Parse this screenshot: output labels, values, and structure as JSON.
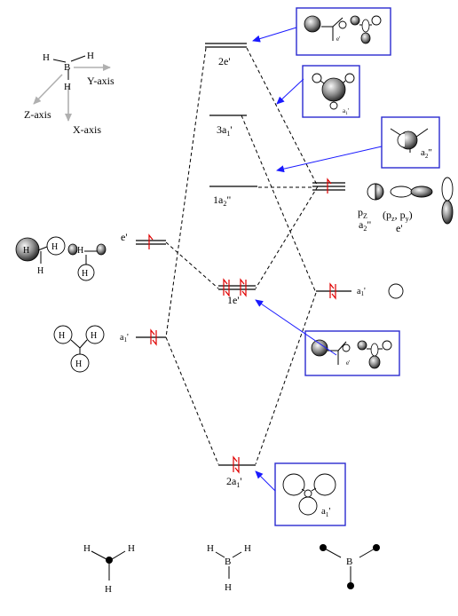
{
  "axes": {
    "b": "B",
    "h": "H",
    "y": "Y-axis",
    "z": "Z-axis",
    "x": "X-axis"
  },
  "levels": {
    "2e": "2e'",
    "3a1": "3a",
    "1a2": "1a",
    "1e": "1e'",
    "2a1": "2a",
    "left_e": "e'",
    "left_a1": "a",
    "right_a1": "a"
  },
  "right_orbitals": {
    "pz": "p",
    "pz_sub": "Z",
    "a2": "a",
    "pzpy": "(p",
    "pzpy_z": "z",
    "pzpy_mid": ", p",
    "pzpy_y": "y",
    "pzpy_end": ")",
    "e": "e'"
  },
  "box_labels": {
    "e": "e'",
    "a1": "a",
    "a2": "a"
  },
  "h": "H",
  "bottom_b": "B",
  "colors": {
    "arrow_blue": "#1a1aff",
    "box_border": "#2b2bd0",
    "electron_red": "#e00000",
    "axis_gray": "#b0b0b0"
  }
}
